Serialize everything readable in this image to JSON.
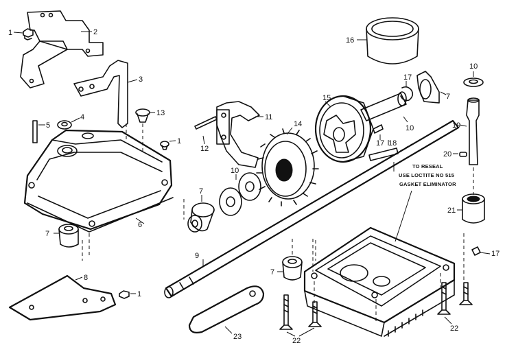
{
  "callouts": {
    "c1a": "1",
    "c2": "2",
    "c3": "3",
    "c4": "4",
    "c5": "5",
    "c13": "13",
    "c1b": "1",
    "c6": "6",
    "c7a": "7",
    "c7b": "7",
    "c11": "11",
    "c12": "12",
    "c14": "14",
    "c10a": "10",
    "c15": "15",
    "c16": "16",
    "c17a": "17",
    "c7c": "7",
    "c10b": "10",
    "c17b": "17",
    "c10c": "10",
    "c18": "18",
    "c19": "19",
    "c20": "20",
    "c21": "21",
    "c17c": "17",
    "c9": "9",
    "c8": "8",
    "c1c": "1",
    "c7d": "7",
    "c23": "23",
    "c22a": "22",
    "c22b": "22"
  },
  "note": {
    "line1": "TO RESEAL",
    "line2": "USE LOCTITE NO 515",
    "line3": "GASKET ELIMINATOR"
  }
}
